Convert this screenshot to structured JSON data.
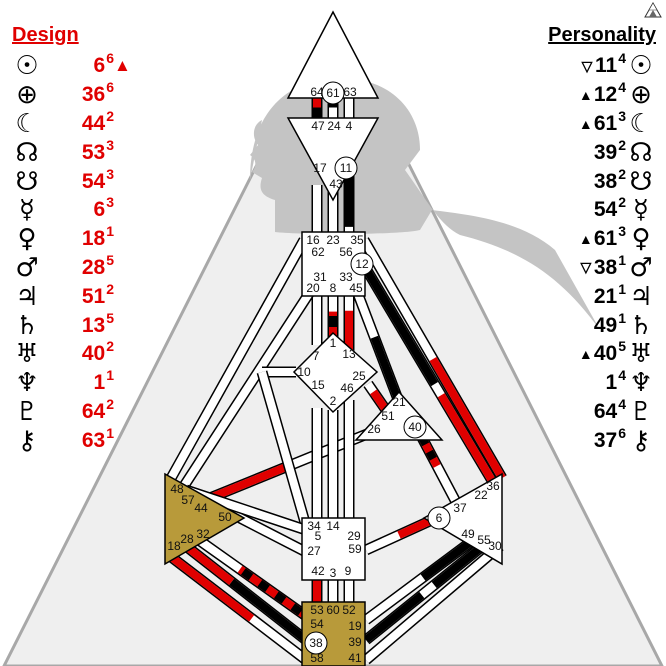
{
  "design": {
    "title": "Design",
    "rows": [
      {
        "planet": "sun-icon",
        "glyph": "☉",
        "gate": "6",
        "line": "6",
        "arrow": "▲"
      },
      {
        "planet": "earth-icon",
        "glyph": "⊕",
        "gate": "36",
        "line": "6",
        "arrow": ""
      },
      {
        "planet": "moon-icon",
        "glyph": "☾",
        "gate": "44",
        "line": "2",
        "arrow": ""
      },
      {
        "planet": "north-node-icon",
        "glyph": "☊",
        "gate": "53",
        "line": "3",
        "arrow": ""
      },
      {
        "planet": "south-node-icon",
        "glyph": "☋",
        "gate": "54",
        "line": "3",
        "arrow": ""
      },
      {
        "planet": "mercury-icon",
        "glyph": "☿",
        "gate": "6",
        "line": "3",
        "arrow": ""
      },
      {
        "planet": "venus-icon",
        "glyph": "♀",
        "gate": "18",
        "line": "1",
        "arrow": ""
      },
      {
        "planet": "mars-icon",
        "glyph": "♂",
        "gate": "28",
        "line": "5",
        "arrow": ""
      },
      {
        "planet": "jupiter-icon",
        "glyph": "♃",
        "gate": "51",
        "line": "2",
        "arrow": ""
      },
      {
        "planet": "saturn-icon",
        "glyph": "♄",
        "gate": "13",
        "line": "5",
        "arrow": ""
      },
      {
        "planet": "uranus-icon",
        "glyph": "♅",
        "gate": "40",
        "line": "2",
        "arrow": ""
      },
      {
        "planet": "neptune-icon",
        "glyph": "♆",
        "gate": "1",
        "line": "1",
        "arrow": ""
      },
      {
        "planet": "pluto-icon",
        "glyph": "♇",
        "gate": "64",
        "line": "2",
        "arrow": ""
      },
      {
        "planet": "chiron-icon",
        "glyph": "⚷",
        "gate": "63",
        "line": "1",
        "arrow": ""
      }
    ]
  },
  "personality": {
    "title": "Personality",
    "rows": [
      {
        "planet": "sun-icon",
        "glyph": "☉",
        "gate": "11",
        "line": "4",
        "arrow": "▽"
      },
      {
        "planet": "earth-icon",
        "glyph": "⊕",
        "gate": "12",
        "line": "4",
        "arrow": "▲"
      },
      {
        "planet": "moon-icon",
        "glyph": "☾",
        "gate": "61",
        "line": "3",
        "arrow": "▲"
      },
      {
        "planet": "north-node-icon",
        "glyph": "☊",
        "gate": "39",
        "line": "2",
        "arrow": ""
      },
      {
        "planet": "south-node-icon",
        "glyph": "☋",
        "gate": "38",
        "line": "2",
        "arrow": ""
      },
      {
        "planet": "mercury-icon",
        "glyph": "☿",
        "gate": "54",
        "line": "2",
        "arrow": ""
      },
      {
        "planet": "venus-icon",
        "glyph": "♀",
        "gate": "61",
        "line": "3",
        "arrow": "▲"
      },
      {
        "planet": "mars-icon",
        "glyph": "♂",
        "gate": "38",
        "line": "1",
        "arrow": "▽"
      },
      {
        "planet": "jupiter-icon",
        "glyph": "♃",
        "gate": "21",
        "line": "1",
        "arrow": ""
      },
      {
        "planet": "saturn-icon",
        "glyph": "♄",
        "gate": "49",
        "line": "1",
        "arrow": ""
      },
      {
        "planet": "uranus-icon",
        "glyph": "♅",
        "gate": "40",
        "line": "5",
        "arrow": "▲"
      },
      {
        "planet": "neptune-icon",
        "glyph": "♆",
        "gate": "1",
        "line": "4",
        "arrow": ""
      },
      {
        "planet": "pluto-icon",
        "glyph": "♇",
        "gate": "64",
        "line": "4",
        "arrow": ""
      },
      {
        "planet": "chiron-icon",
        "glyph": "⚷",
        "gate": "37",
        "line": "6",
        "arrow": ""
      }
    ]
  },
  "gate_labels": [
    "64",
    "63",
    "47",
    "24",
    "4",
    "17",
    "43",
    "16",
    "23",
    "35",
    "62",
    "56",
    "31",
    "33",
    "20",
    "8",
    "45",
    "1",
    "7",
    "13",
    "10",
    "25",
    "15",
    "46",
    "2",
    "21",
    "51",
    "26",
    "48",
    "57",
    "44",
    "50",
    "32",
    "28",
    "18",
    "36",
    "22",
    "37",
    "49",
    "55",
    "30",
    "34",
    "14",
    "5",
    "29",
    "27",
    "59",
    "42",
    "3",
    "9",
    "53",
    "60",
    "52",
    "54",
    "19",
    "39",
    "58",
    "41"
  ],
  "circled_gates": [
    "61",
    "11",
    "12",
    "40",
    "6",
    "38"
  ],
  "colors": {
    "design": "#e00000",
    "personality": "#000000",
    "defined_center": "#b89a3a",
    "open_center": "#ffffff",
    "background": "#efefef",
    "silhouette": "#c4c4c4"
  }
}
